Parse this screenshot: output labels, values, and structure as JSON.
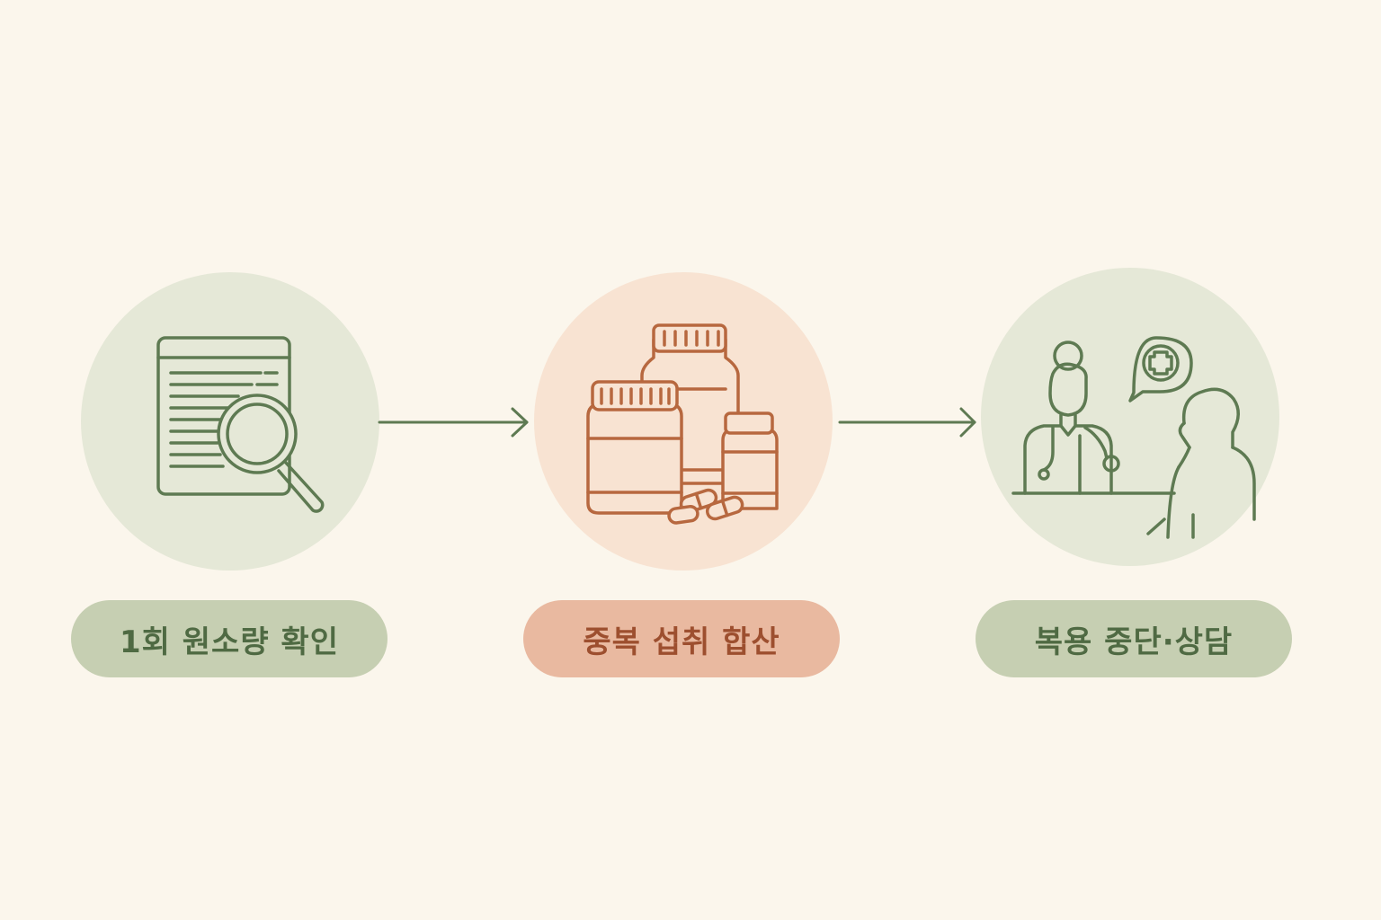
{
  "steps": [
    {
      "label": "1회 원소량 확인",
      "icon": "document-magnifier-icon"
    },
    {
      "label": "중복 섭취 합산",
      "icon": "supplement-bottles-icon"
    },
    {
      "label": "복용 중단·상담",
      "icon": "doctor-consultation-icon"
    }
  ],
  "colors": {
    "background": "#fbf6ec",
    "green_circle": "#e5e8d7",
    "green_pill": "#c6cfb2",
    "green_text": "#4f6a43",
    "orange_circle": "#f8e3d2",
    "orange_pill": "#e9b9a0",
    "orange_text": "#9d4f2f",
    "arrow": "#5e7a52"
  }
}
